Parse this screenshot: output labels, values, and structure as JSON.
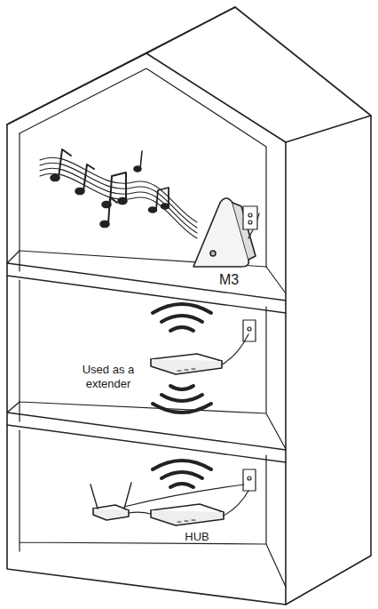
{
  "diagram": {
    "labels": [
      "M3",
      "Used as a extender",
      "HUB"
    ]
  }
}
